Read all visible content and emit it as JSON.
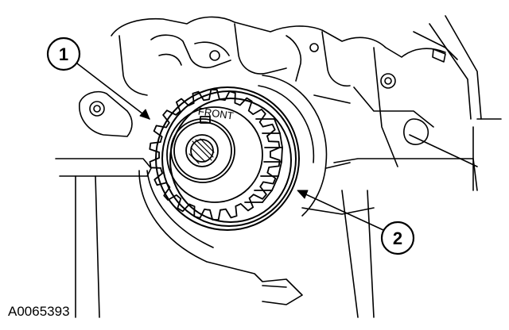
{
  "diagram": {
    "figure_id": "A0065393",
    "front_mark": "FRONT",
    "callouts": [
      {
        "number": "1"
      },
      {
        "number": "2"
      }
    ],
    "colors": {
      "ink": "#000000",
      "paper": "#ffffff"
    }
  }
}
